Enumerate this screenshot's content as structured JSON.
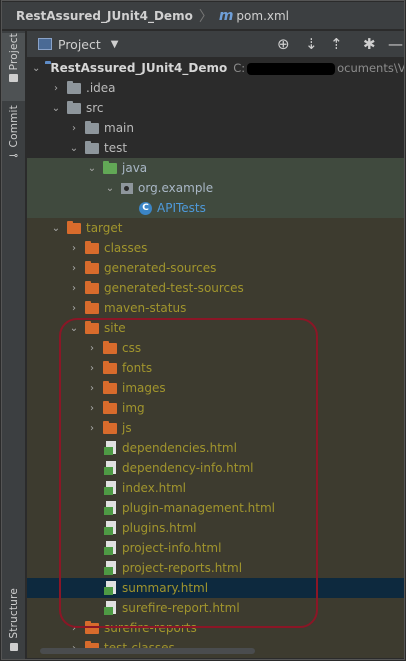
{
  "breadcrumb": {
    "project": "RestAssured_JUnit4_Demo",
    "file_icon": "maven-m-icon",
    "file": "pom.xml"
  },
  "stripe": {
    "project_tab": "Project",
    "commit_tab": "Commit",
    "structure_tab": "Structure"
  },
  "header": {
    "title": "Project",
    "icons": [
      "target-locate-icon",
      "expand-all-icon",
      "collapse-all-icon",
      "gear-icon",
      "hide-icon"
    ]
  },
  "tree": {
    "root": {
      "name": "RestAssured_JUnit4_Demo",
      "path_start": "C:",
      "path_end": "ocuments\\Vibha"
    },
    "items": [
      {
        "label": ".idea"
      },
      {
        "label": "src"
      },
      {
        "label": "main"
      },
      {
        "label": "test"
      },
      {
        "label": "java"
      },
      {
        "label": "org.example"
      },
      {
        "label": "APITests"
      },
      {
        "label": "target"
      },
      {
        "label": "classes"
      },
      {
        "label": "generated-sources"
      },
      {
        "label": "generated-test-sources"
      },
      {
        "label": "maven-status"
      },
      {
        "label": "site"
      },
      {
        "label": "css"
      },
      {
        "label": "fonts"
      },
      {
        "label": "images"
      },
      {
        "label": "img"
      },
      {
        "label": "js"
      },
      {
        "label": "dependencies.html"
      },
      {
        "label": "dependency-info.html"
      },
      {
        "label": "index.html"
      },
      {
        "label": "plugin-management.html"
      },
      {
        "label": "plugins.html"
      },
      {
        "label": "project-info.html"
      },
      {
        "label": "project-reports.html"
      },
      {
        "label": "summary.html"
      },
      {
        "label": "surefire-report.html"
      },
      {
        "label": "surefire-reports"
      },
      {
        "label": "test-classes"
      }
    ]
  },
  "colors": {
    "background": "#2b2b2b",
    "excluded_text": "#a1952d",
    "selection": "#0d293e",
    "annotation": "#8b1626"
  }
}
